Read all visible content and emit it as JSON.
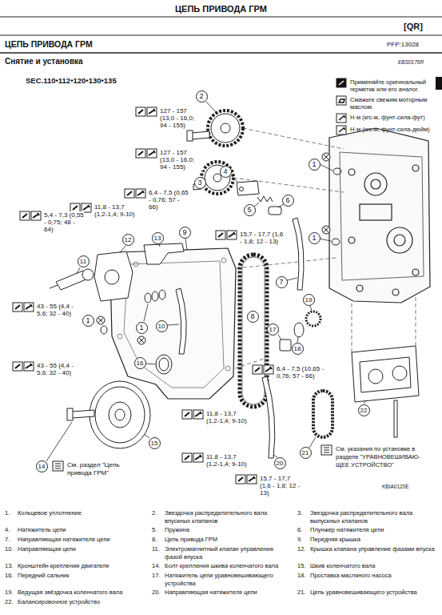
{
  "diagram": {
    "title": "ЦЕПЬ ПРИВОДА ГРМ",
    "labels": [
      "[QR]",
      "ЦЕПЬ ПРИВОДА ГРМ",
      "PFP:13028",
      "Снятие и установка",
      "EBS0176R",
      "SEC.110•112•120•130•135",
      "127 - 157 (13,0 - 16,0; 94 - 155)",
      "127 - 157 (13,0 - 16,0; 94 - 155)",
      "6,4 - 7,5 (0,65 - 0,76; 57 - 66)",
      "11,8 - 13,7 (1,2-1,4; 9-10)",
      "5,4 - 7,3 (0,55 - 0,75; 48 - 64)",
      "15,7 - 17,7 (1,6 - 1,8; 12 - 13)",
      "43 - 55 (4,4 - 5,6; 32 - 40)",
      "6,4 - 7,5 (10,65 - 0,76; 57 - 66)",
      "43 - 55 (4,4 - 5,6; 32 - 40)",
      "11,8 - 13,7 (1,2-1,4; 9-10)",
      "11,8 - 13,7 (1,2-1,4; 9-10)",
      "15,7 - 17,7 (1,6 - 1,8; 12 - 13)",
      "См. раздел \"Цепь привода ГРМ\"",
      "См. указания по установке в разделе \"УРАВНОВЕШИВАЮ- ЩЕЕ УСТРОЙСТВО\"",
      "KBIA0120E",
      "2",
      "3",
      "1",
      "4",
      "5",
      "6",
      "13",
      "12",
      "9",
      "1",
      "11",
      "7",
      "19",
      "8",
      "1",
      "1",
      "10",
      "17",
      "18",
      "16",
      "22",
      "21",
      "15",
      "14",
      "20",
      "1.",
      "Кольцевое уплотнение",
      "2.",
      "Звездочка распределительного вала впускных клапанов",
      "3.",
      "Звездочка распределительного вала выпускных клапанов",
      "4.",
      "Натяжитель цепи",
      "5.",
      "Пружина",
      "6.",
      "Плунжер натяжителя цепи",
      "7.",
      "Направляющая натяжителя цепи",
      "8.",
      "Цепь привода ГРМ",
      "9.",
      "Передняя крышка",
      "10.",
      "Направляющая цепи",
      "11.",
      "Электромагнитный клапан управления фазой впуска",
      "12.",
      "Крышка клапана управление фазами впуска",
      "13.",
      "Кронштейн крепления двигателя",
      "14.",
      "Болт крепления шкива коленчатого вала",
      "15.",
      "Шкив коленчатого вала",
      "16.",
      "Передний сальник",
      "17.",
      "Натяжитель цепи уравновешивающего устройства",
      "18.",
      "Проставка масляного насоса",
      "19.",
      "Ведущая звёздочка коленчатого вала",
      "20.",
      "Направляющая натяжителя цепи",
      "21.",
      "Цепь уравновешивающего устройства",
      "22.",
      "Балансировочное устройство"
    ],
    "legend": [
      {
        "text": "Применяйте оригинальный герметик или его аналог."
      },
      {
        "text": "Смажьте свежим моторным маслом."
      },
      {
        "text": "Н·м (кгс-м, фунт-сила-фут)"
      },
      {
        "text": "Н·м (кгс-м, фунт-сила-дюйм)"
      }
    ]
  }
}
